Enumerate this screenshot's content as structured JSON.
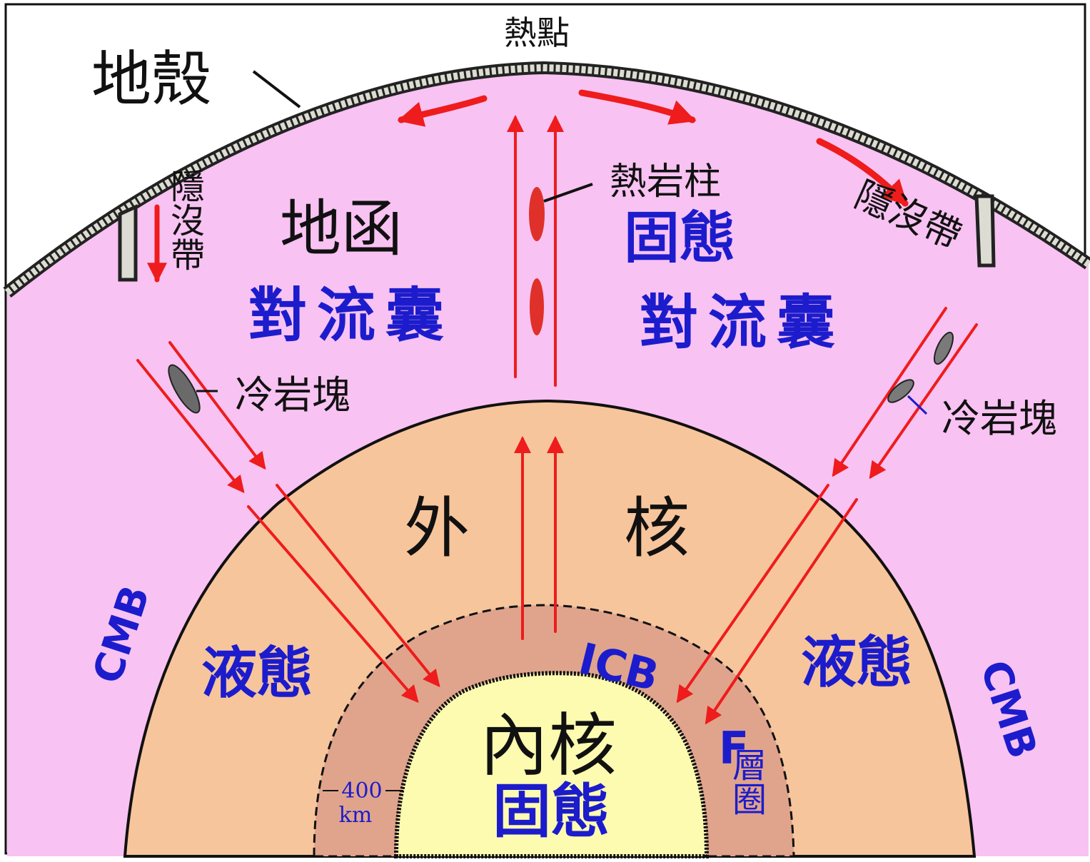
{
  "labels": {
    "hotspot": "熱點",
    "crust": "地殼",
    "mantle": "地函",
    "mantle_state": "固態",
    "convection_left": "對流囊",
    "convection_right": "對流囊",
    "plume": "熱岩柱",
    "subduction_left": "隱沒帶",
    "subduction_right": "隱沒帶",
    "cold_block_left": "冷岩塊",
    "cold_block_right": "冷岩塊",
    "outer_core_a": "外",
    "outer_core_b": "核",
    "liquid_left": "液態",
    "liquid_right": "液態",
    "cmb_left": "CMB",
    "cmb_right": "CMB",
    "icb": "ICB",
    "inner_core": "內核",
    "inner_state": "固態",
    "f_layer_letter": "F",
    "f_layer_word": "層圈",
    "thickness_value": "400",
    "thickness_unit": "km"
  },
  "colors": {
    "mantle": "#f8c2f2",
    "outer_core": "#f7c59c",
    "f_layer": "#e0a48c",
    "inner_core": "#fdfbb0",
    "crust": "#d8d8d0",
    "arrow": "#ee1c1c",
    "blue_text": "#1c1ccc",
    "black_text": "#111111"
  }
}
